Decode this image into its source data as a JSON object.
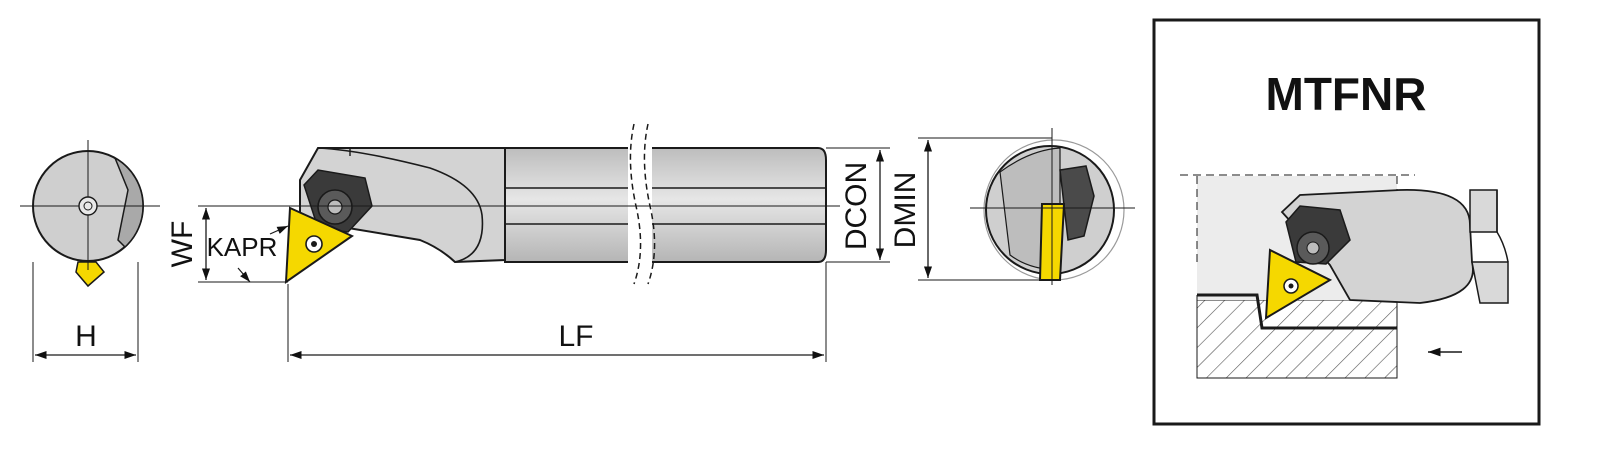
{
  "labels": {
    "wf": "WF",
    "kapr": "KAPR",
    "dcon": "DCON",
    "dmin": "DMIN",
    "h": "H",
    "lf": "LF"
  },
  "detail": {
    "title": "MTFNR"
  },
  "colors": {
    "insert": "#f5d800",
    "body": "#d6d6d6",
    "body_dark": "#9a9a9a",
    "outline": "#1a1a1a"
  },
  "icons": {
    "screw": "torx-screw-icon",
    "feed_arrow": "arrow-left-icon"
  }
}
